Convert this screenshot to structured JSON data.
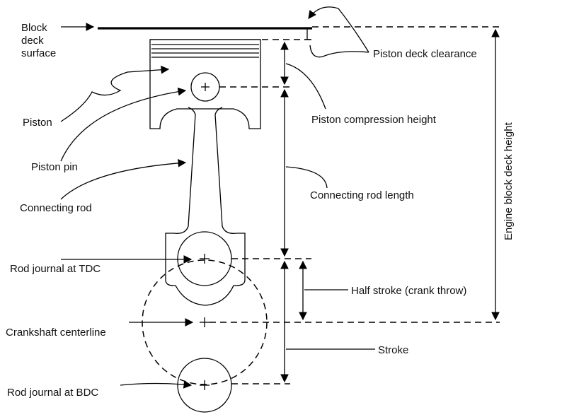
{
  "labels": {
    "block_deck_surface": [
      "Block",
      "deck",
      "surface"
    ],
    "piston_deck_clearance": "Piston deck clearance",
    "piston": "Piston",
    "piston_pin": "Piston pin",
    "piston_compression_height": "Piston compression height",
    "connecting_rod": "Connecting rod",
    "connecting_rod_length": "Connecting rod length",
    "engine_block_deck_height": "Engine block deck height",
    "rod_journal_tdc": "Rod journal at TDC",
    "half_stroke": "Half stroke (crank throw)",
    "crankshaft_centerline": "Crankshaft centerline",
    "stroke": "Stroke",
    "rod_journal_bdc": "Rod journal at BDC"
  }
}
